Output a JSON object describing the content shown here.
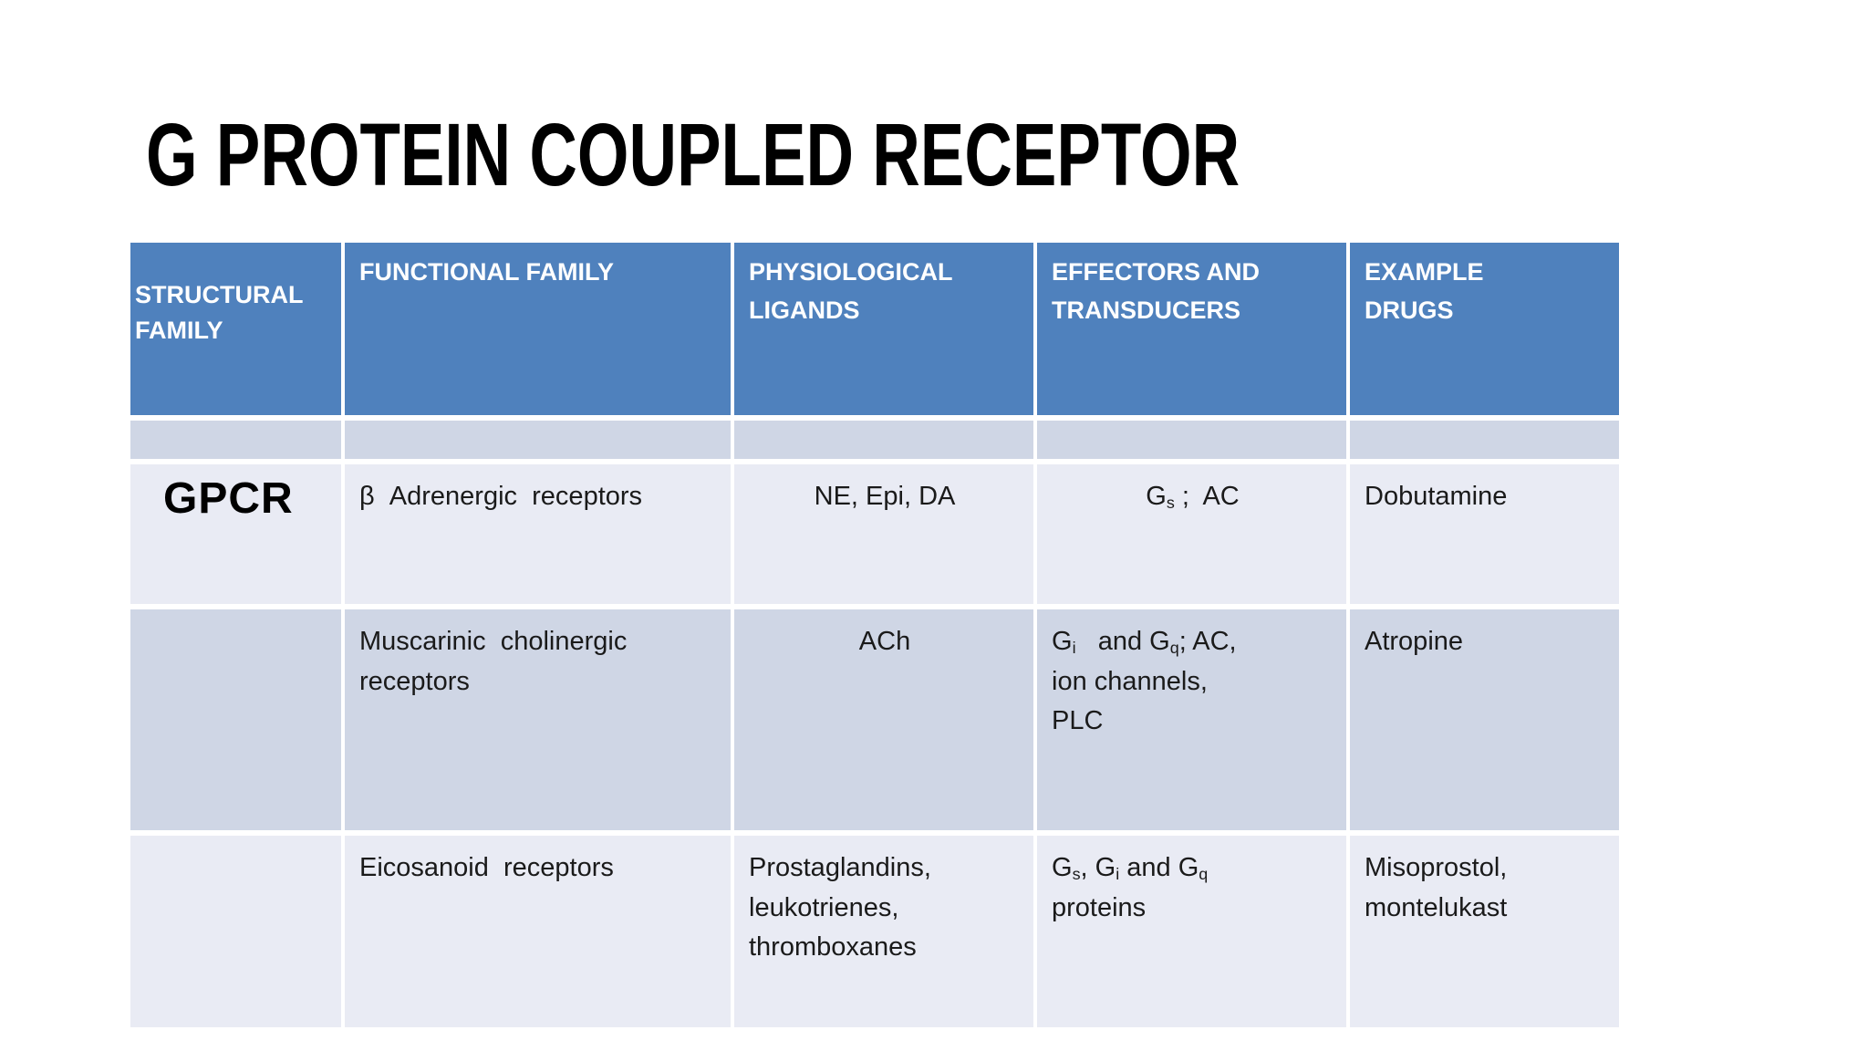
{
  "slide": {
    "title": "G PROTEIN COUPLED RECEPTOR"
  },
  "colors": {
    "header_bg": "#4f81bd",
    "header_text": "#ffffff",
    "band_dark": "#cfd6e5",
    "band_light": "#e9ebf4",
    "body_text": "#1a1a1a"
  },
  "table": {
    "columns": [
      "STRUCTURAL\nFAMILY",
      "FUNCTIONAL FAMILY",
      "PHYSIOLOGICAL\nLIGANDS",
      "EFFECTORS AND\nTRANSDUCERS",
      "EXAMPLE\nDRUGS"
    ],
    "rows": [
      {
        "structural_family": "GPCR",
        "functional_family": "β  Adrenergic  receptors",
        "physiological_ligands": "NE, Epi, DA",
        "effectors": [
          {
            "text": "G"
          },
          {
            "sub": "s"
          },
          {
            "text": " ;  AC"
          }
        ],
        "example_drugs": "Dobutamine"
      },
      {
        "structural_family": "",
        "functional_family": "Muscarinic  cholinergic\nreceptors",
        "physiological_ligands": "ACh",
        "effectors": [
          {
            "text": "G"
          },
          {
            "sub": "i"
          },
          {
            "text": "   and G"
          },
          {
            "sub": "q"
          },
          {
            "text": "; AC,\nion channels,\nPLC"
          }
        ],
        "example_drugs": "Atropine"
      },
      {
        "structural_family": "",
        "functional_family": "Eicosanoid  receptors",
        "physiological_ligands": "Prostaglandins,\nleukotrienes,\nthromboxanes",
        "effectors": [
          {
            "text": "G"
          },
          {
            "sub": "s"
          },
          {
            "text": ", G"
          },
          {
            "sub": "i"
          },
          {
            "text": " and G"
          },
          {
            "sub": "q"
          },
          {
            "text": "\nproteins"
          }
        ],
        "example_drugs": "Misoprostol,\nmontelukast"
      }
    ]
  }
}
